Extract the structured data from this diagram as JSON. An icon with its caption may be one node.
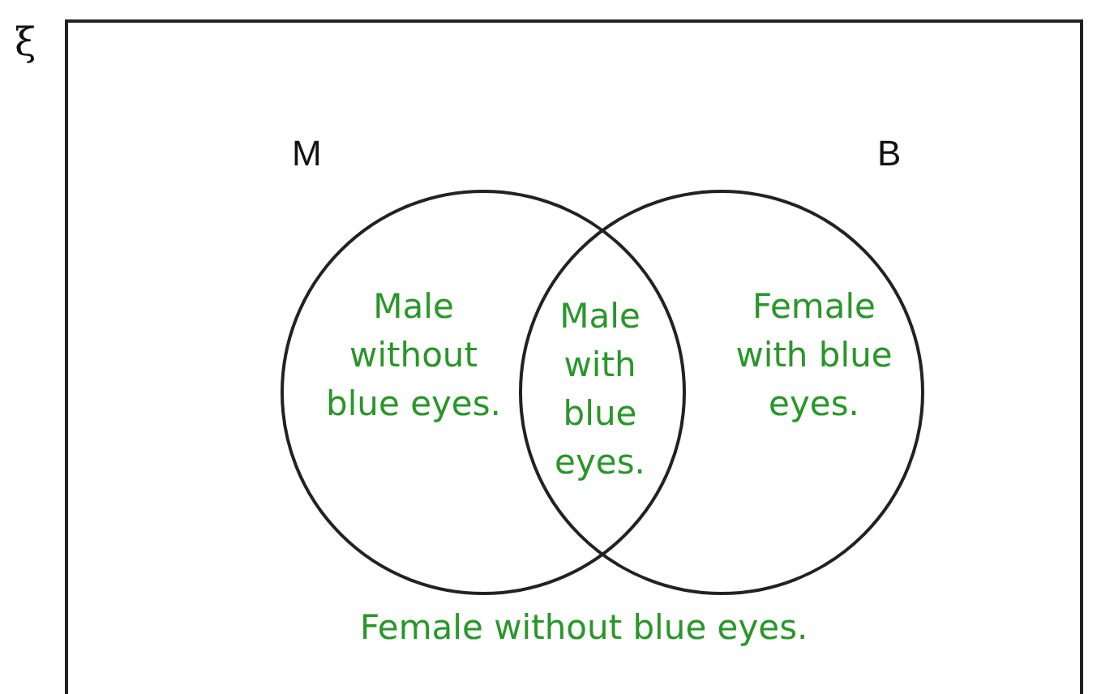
{
  "diagram": {
    "nodes": [
      {
        "text": [
          "ξ",
          "Female without blue eyes."
        ]
      },
      {
        "text": [
          "M",
          "Male without blue eyes."
        ],
        "in": 0
      },
      {
        "text": [
          "B",
          "Female with blue eyes."
        ],
        "in": 0
      }
    ],
    "labels": [
      "Male with blue eyes."
    ]
  }
}
